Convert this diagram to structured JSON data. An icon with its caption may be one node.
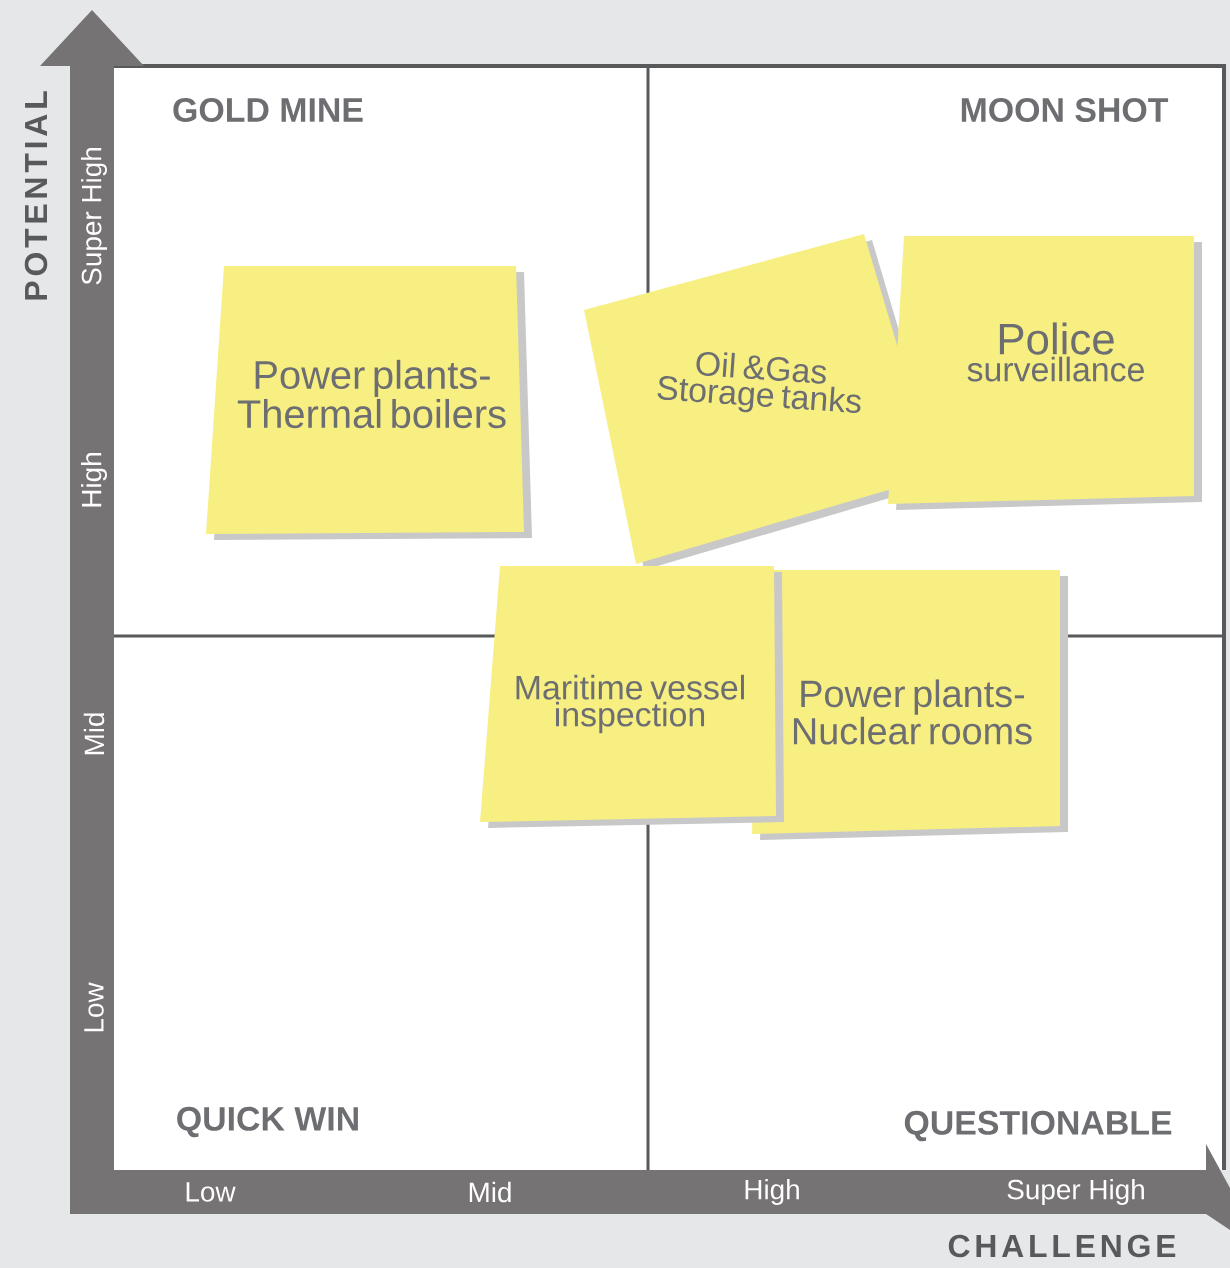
{
  "diagram": {
    "nodes": [
      {
        "text": [
          "Power plants- Thermal boilers"
        ]
      },
      {
        "text": [
          "Oil &Gas Storage tanks"
        ]
      },
      {
        "text": [
          "Police",
          "surveillance"
        ]
      },
      {
        "text": [
          "Maritime vessel inspection"
        ]
      },
      {
        "text": [
          "Power plants- Nuclear rooms"
        ]
      }
    ],
    "labels": [
      "GOLD MINE",
      "MOON SHOT",
      "QUICK WIN",
      "QUESTIONABLE",
      "POTENTIAL",
      "Super High",
      "High",
      "Mid",
      "Low",
      "Low",
      "Mid",
      "High",
      "Super High",
      "CHALLENGE"
    ]
  }
}
